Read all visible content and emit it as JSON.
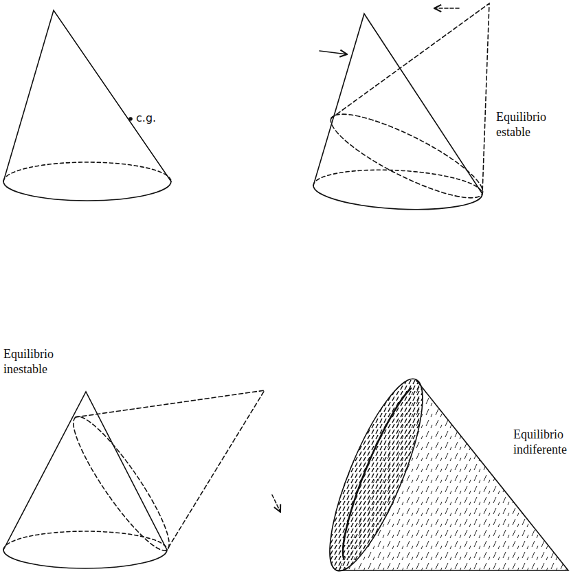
{
  "diagram": {
    "labels": [
      "c.g.",
      "Equilibrio estable",
      "Equilibrio inestable",
      "Equilibrio indiferente"
    ]
  }
}
